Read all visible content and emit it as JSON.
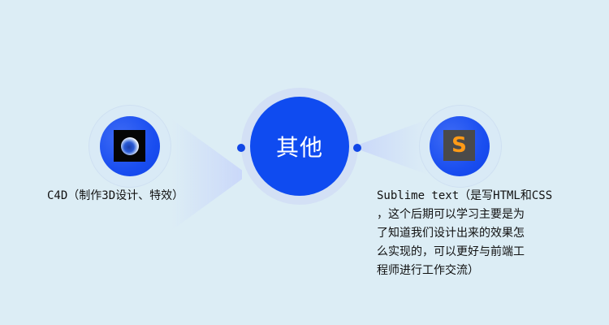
{
  "center": {
    "label": "其他",
    "color": "#0f4bf0"
  },
  "left_node": {
    "icon": "cinema4d-logo-icon",
    "label": "C4D（制作3D设计、特效）"
  },
  "right_node": {
    "icon": "sublime-text-logo-icon",
    "icon_glyph": "S",
    "lines": [
      "Sublime text（是写HTML和CSS",
      "，这个后期可以学习主要是为",
      "了知道我们设计出来的效果怎",
      "么实现的，可以更好与前端工",
      "程师进行工作交流）"
    ]
  },
  "colors": {
    "background": "#dcedf5",
    "accent": "#1147e6",
    "sublime_orange": "#ff9a17"
  }
}
